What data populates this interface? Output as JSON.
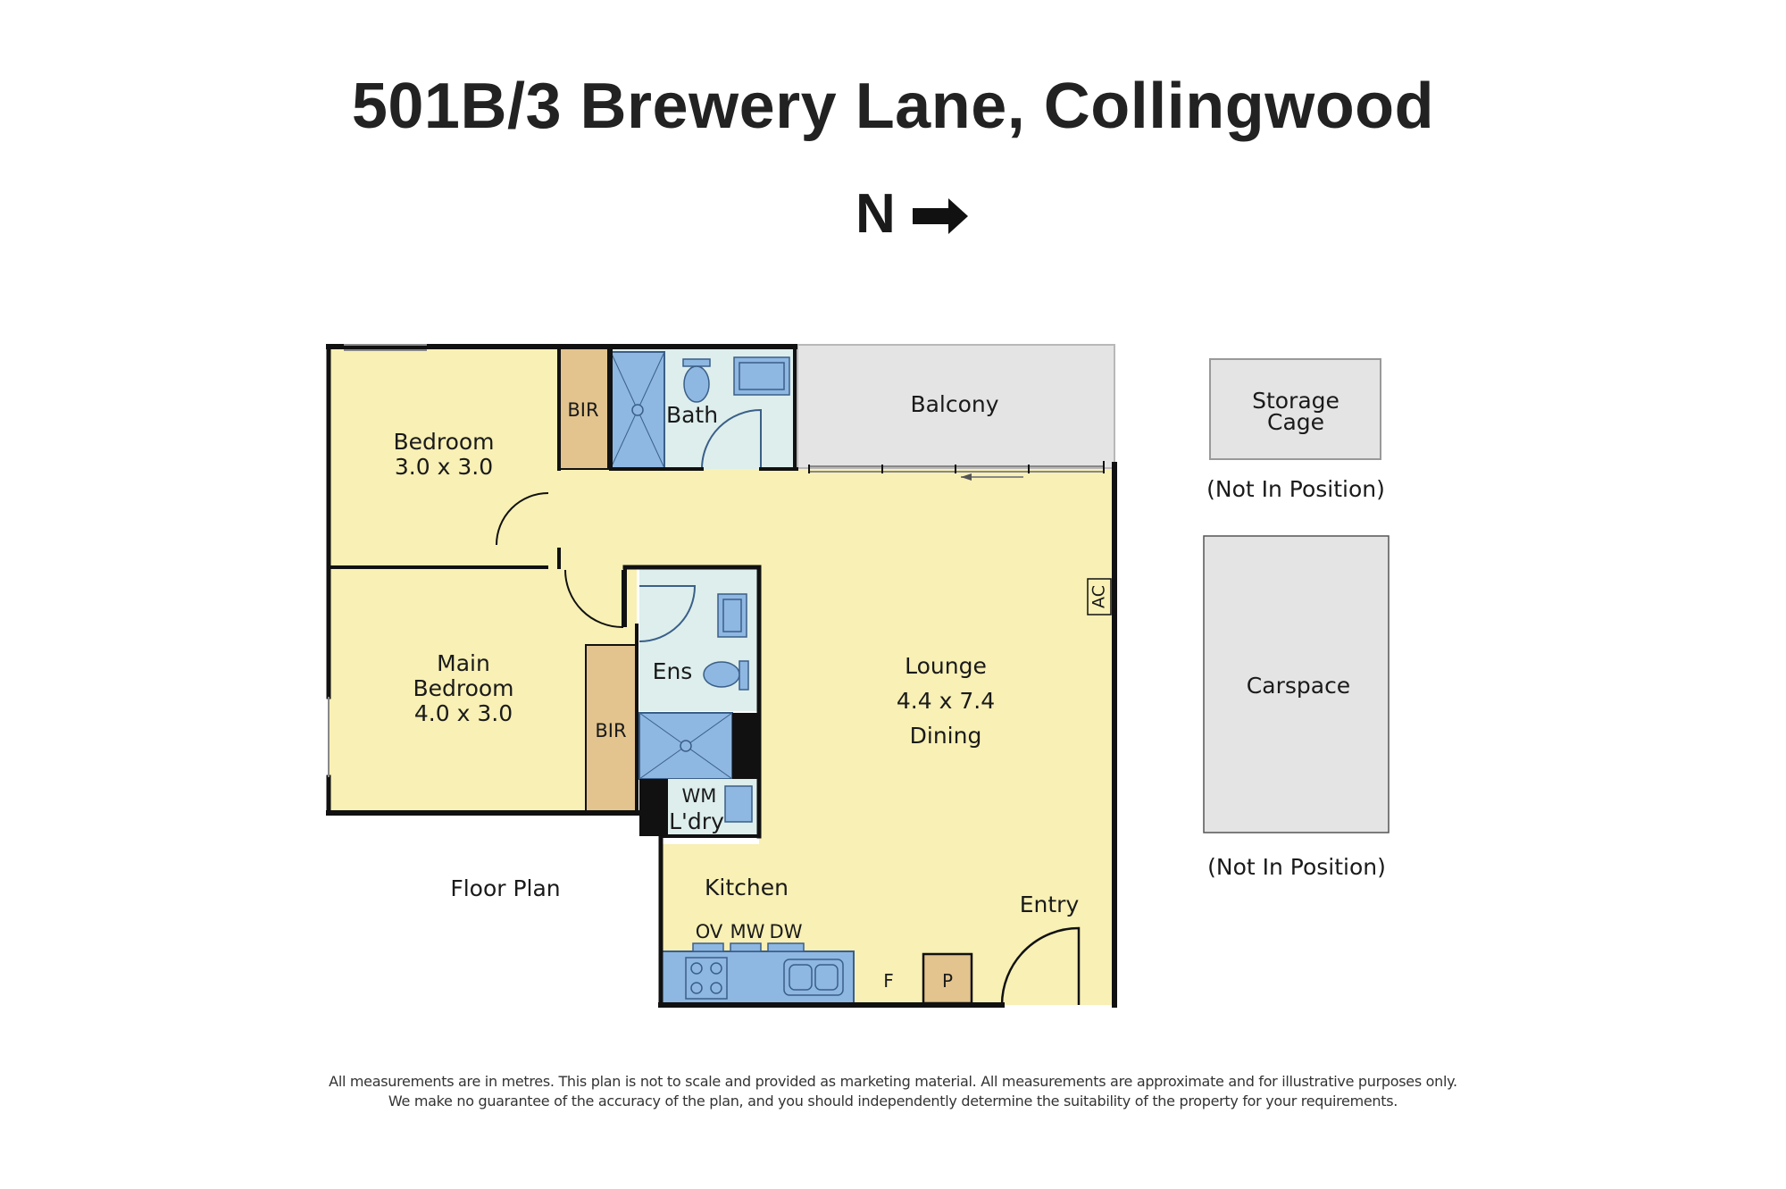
{
  "title": "501B/3 Brewery Lane, Collingwood",
  "north": {
    "letter": "N",
    "icon": "arrow-right-icon"
  },
  "colors": {
    "room": "#f8f0b4",
    "wet_area": "#ddeeec",
    "fixture": "#8eb7e2",
    "storage": "#e3c48e",
    "outdoor": "#e4e4e4",
    "wall": "#111111"
  },
  "rooms": {
    "bedroom": {
      "name": "Bedroom",
      "size": "3.0 x 3.0"
    },
    "main_bedroom": {
      "name_line1": "Main",
      "name_line2": "Bedroom",
      "size": "4.0 x 3.0"
    },
    "bath": "Bath",
    "ensuite": "Ens",
    "bir_top": "BIR",
    "bir_main": "BIR",
    "laundry": {
      "wm": "WM",
      "name": "L'dry"
    },
    "lounge": {
      "name": "Lounge",
      "size": "4.4 x 7.4",
      "name2": "Dining"
    },
    "kitchen": {
      "name": "Kitchen",
      "ov": "OV",
      "mw": "MW",
      "dw": "DW",
      "fridge": "F",
      "pantry": "P"
    },
    "entry": "Entry",
    "ac": "AC",
    "balcony": "Balcony"
  },
  "floor_plan_label": "Floor Plan",
  "storage_cage": {
    "line1": "Storage",
    "line2": "Cage",
    "note": "(Not In Position)"
  },
  "carspace": {
    "name": "Carspace",
    "note": "(Not In Position)"
  },
  "disclaimer": {
    "line1": "All measurements are in metres. This plan is not to scale and provided as marketing material. All measurements are approximate and for illustrative purposes only.",
    "line2": "We make no guarantee of the accuracy of the plan, and you should independently determine the suitability of the property for your requirements."
  }
}
